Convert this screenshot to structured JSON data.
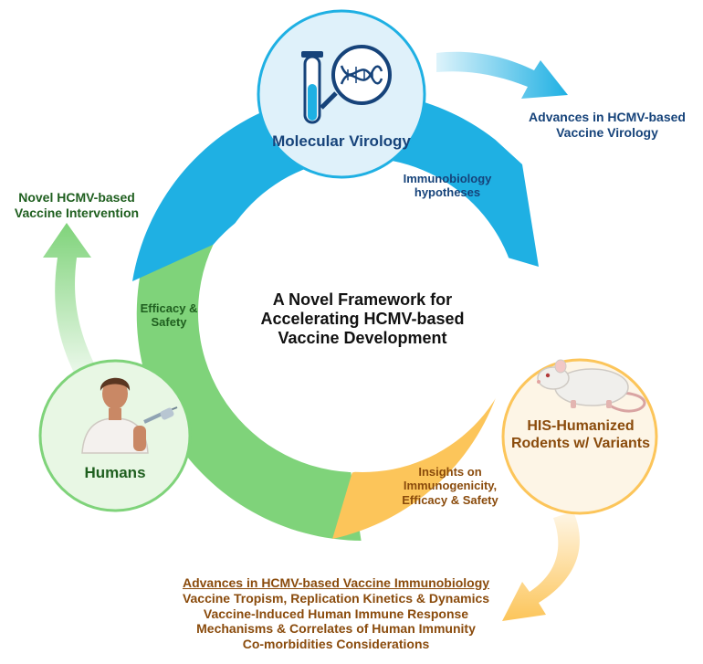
{
  "center_title": [
    "A Novel Framework for",
    "Accelerating HCMV-based",
    "Vaccine Development"
  ],
  "nodes": {
    "molecular": "Molecular Virology",
    "humans": "Humans",
    "rodents": [
      "HIS-Humanized",
      "Rodents w/ Variants"
    ]
  },
  "arc_labels": {
    "immunobiology": [
      "Immunobiology",
      "hypotheses"
    ],
    "insights": [
      "Insights on",
      "Immunogenicity,",
      "Efficacy & Safety"
    ],
    "efficacy": [
      "Efficacy &",
      "Safety"
    ]
  },
  "outputs": {
    "virology": [
      "Advances in HCMV-based",
      "Vaccine Virology"
    ],
    "intervention": [
      "Novel HCMV-based",
      "Vaccine Intervention"
    ],
    "immunobiology_heading": "Advances in HCMV-based Vaccine Immunobiology",
    "immunobiology_items": [
      "Vaccine Tropism, Replication Kinetics & Dynamics",
      "Vaccine-Induced Human Immune Response",
      "Mechanisms & Correlates of Human Immunity",
      "Co-morbidities Considerations"
    ]
  },
  "colors": {
    "blue": "#1fb0e3",
    "yellow": "#fcc55a",
    "green": "#7fd37a",
    "navy": "#16437a",
    "dark_green": "#1f5f1f",
    "brown": "#8a4b0c"
  }
}
